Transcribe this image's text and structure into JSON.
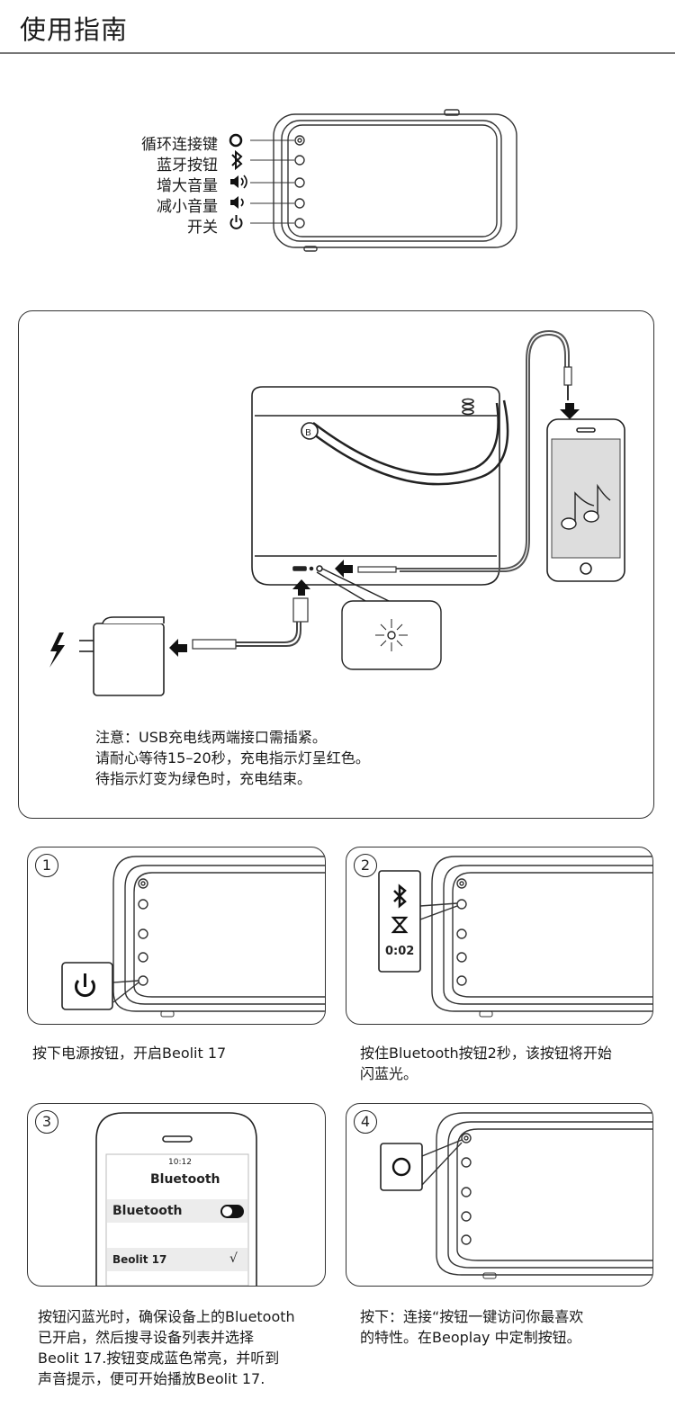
{
  "title": "使用指南",
  "buttons_diagram": {
    "labels": [
      "循环连接键",
      "蓝牙按钮",
      "增大音量",
      "减小音量",
      "开关"
    ]
  },
  "charging": {
    "notes": [
      "注意：USB充电线两端接口需插紧。",
      "请耐心等待15–20秒，充电指示灯呈红色。",
      "待指示灯变为绿色时，充电结束。"
    ]
  },
  "steps": [
    {
      "num": "1",
      "caption": "按下电源按钮，开启Beolit 17"
    },
    {
      "num": "2",
      "caption_lines": [
        "按住Bluetooth按钮2秒，该按钮将开始",
        "闪蓝光。"
      ],
      "timer": "0:02"
    },
    {
      "num": "3",
      "caption_lines": [
        "按钮闪蓝光时，确保设备上的Bluetooth",
        "已开启，然后搜寻设备列表并选择",
        "Beolit 17.按钮变成蓝色常亮，并听到",
        "声音提示，便可开始播放Beolit 17."
      ],
      "phone": {
        "time": "10:12",
        "screen_title": "Bluetooth",
        "toggle_label": "Bluetooth",
        "device": "Beolit 17",
        "check": "√"
      }
    },
    {
      "num": "4",
      "caption_lines": [
        "按下：连接“按钮一键访问你最喜欢",
        "的特性。在Beoplay 中定制按钮。"
      ]
    }
  ]
}
